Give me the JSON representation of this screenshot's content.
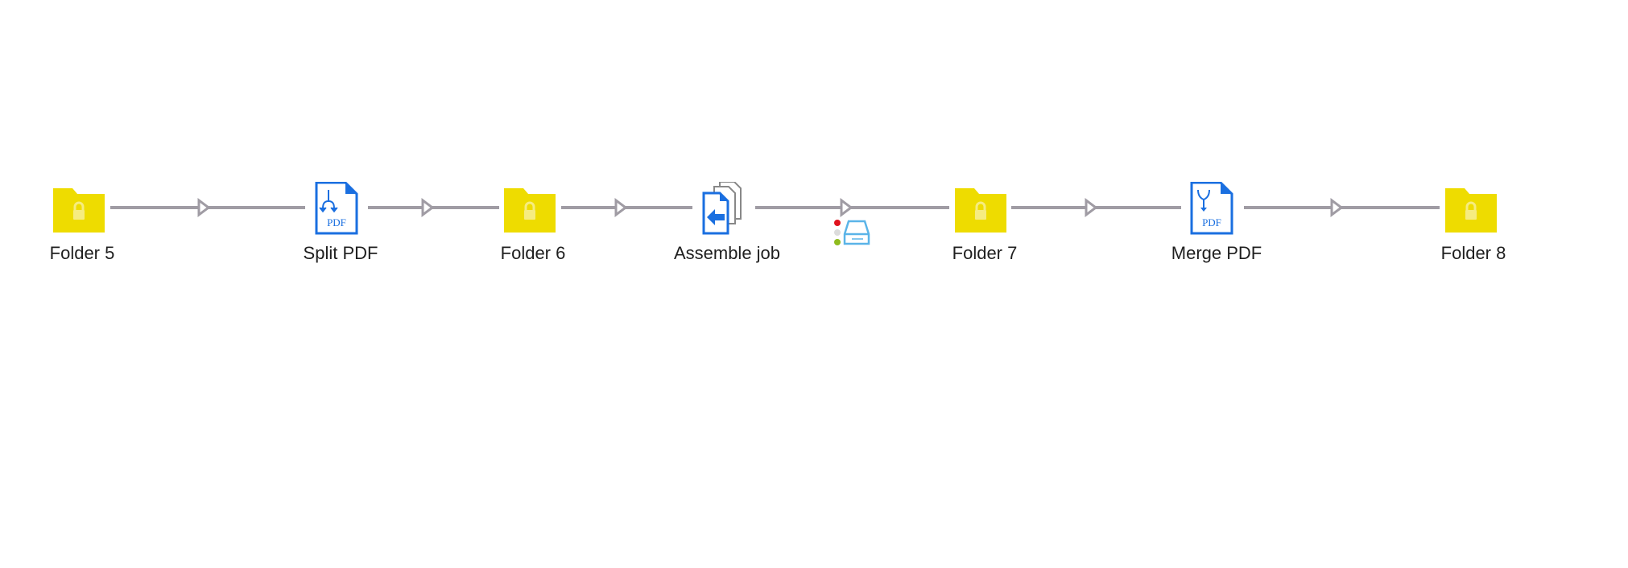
{
  "nodes": [
    {
      "type": "folder",
      "icon": "locked-folder-icon",
      "label": "Folder 5"
    },
    {
      "type": "split-pdf",
      "icon": "split-pdf-icon",
      "label": "Split PDF"
    },
    {
      "type": "folder",
      "icon": "locked-folder-icon",
      "label": "Folder 6"
    },
    {
      "type": "assemble-job",
      "icon": "assemble-job-icon",
      "label": "Assemble job"
    },
    {
      "type": "folder",
      "icon": "locked-folder-icon",
      "label": "Folder 7"
    },
    {
      "type": "merge-pdf",
      "icon": "merge-pdf-icon",
      "label": "Merge PDF"
    },
    {
      "type": "folder",
      "icon": "locked-folder-icon",
      "label": "Folder 8"
    }
  ],
  "connection_status": {
    "icon": "drive-icon",
    "lights": [
      "#e0141e",
      "#dcdcdc",
      "#8fbc1e"
    ]
  },
  "colors": {
    "folder": "#eedc00",
    "pdf": "#1a6fe0",
    "connector": "#a09ca4"
  }
}
